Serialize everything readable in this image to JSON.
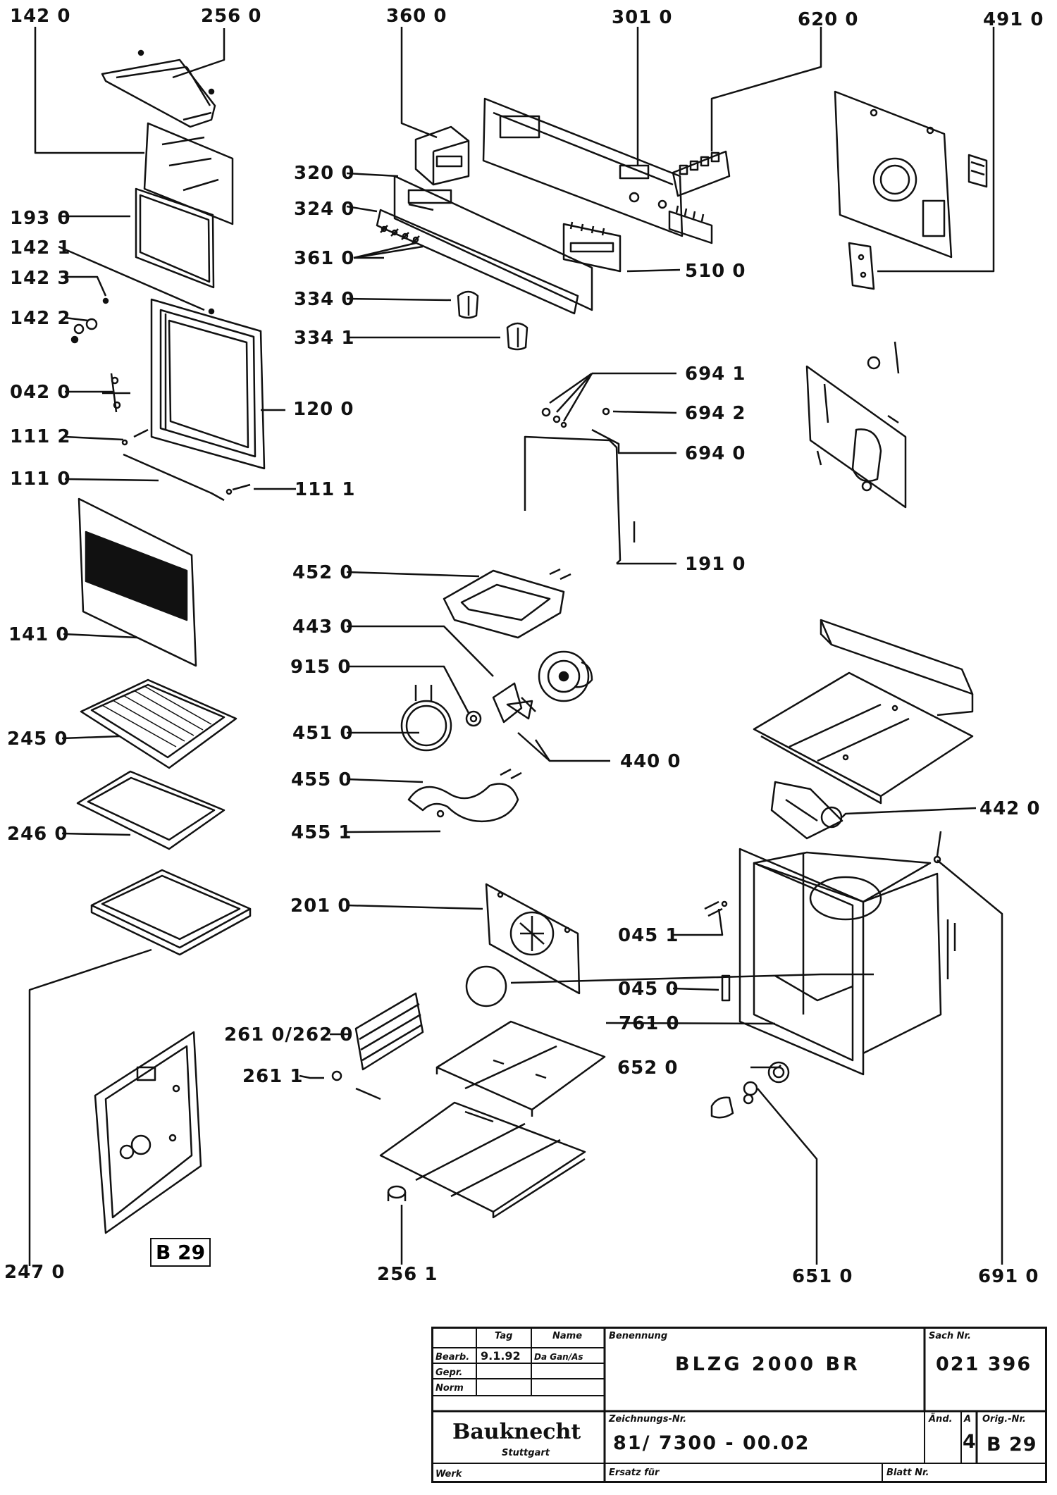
{
  "labels": {
    "p1420": "142 0",
    "p2560": "256 0",
    "p3600": "360 0",
    "p3010": "301 0",
    "p6200": "620 0",
    "p4910": "491 0",
    "p3200": "320 0",
    "p3240": "324 0",
    "p3610": "361 0",
    "p3340": "334 0",
    "p3341": "334 1",
    "p5100": "510 0",
    "p1930": "193 0",
    "p1421": "142 1",
    "p1423": "142 3",
    "p1422": "142 2",
    "p0420": "042 0",
    "p1200": "120 0",
    "p1112": "111 2",
    "p1110": "111 0",
    "p1111": "111 1",
    "p6941": "694 1",
    "p6942": "694 2",
    "p6940": "694 0",
    "p1910": "191 0",
    "p1410": "141 0",
    "p4520": "452 0",
    "p4430": "443 0",
    "p9150": "915 0",
    "p4510": "451 0",
    "p4400": "440 0",
    "p4550": "455 0",
    "p4551": "455 1",
    "p2450": "245 0",
    "p2460": "246 0",
    "p4420": "442 0",
    "p2010": "201 0",
    "p0451": "045 1",
    "p0450": "045 0",
    "p7610": "761 0",
    "p2610": "261 0/262 0",
    "p2611": "261 1",
    "p6520": "652 0",
    "p2470": "247 0",
    "p2561": "256 1",
    "p6510": "651 0",
    "p6910": "691 0"
  },
  "page_badge": "B 29",
  "title_block": {
    "col_tag": "Tag",
    "col_name": "Name",
    "row_bearb": "Bearb.",
    "row_gepr": "Gepr.",
    "row_norm": "Norm",
    "bearb_date": "9.1.92",
    "bearb_name": "Da Gan/As",
    "benennung_label": "Benennung",
    "benennung": "BLZG 2000 BR",
    "sach_label": "Sach Nr.",
    "sach_nr": "021 396",
    "zeichnungs_label": "Zeichnungs-Nr.",
    "zeichnungs_nr": "81/ 7300 - 00.02",
    "and_label": "Änd.",
    "and_index_label": "A",
    "and_value": "4",
    "orig_label": "Orig.-Nr.",
    "orig_value": "B 29",
    "brand": "Bauknecht",
    "brand_sub": "Stuttgart",
    "werk_label": "Werk",
    "ersatz_label": "Ersatz für",
    "blatt_label": "Blatt Nr."
  }
}
